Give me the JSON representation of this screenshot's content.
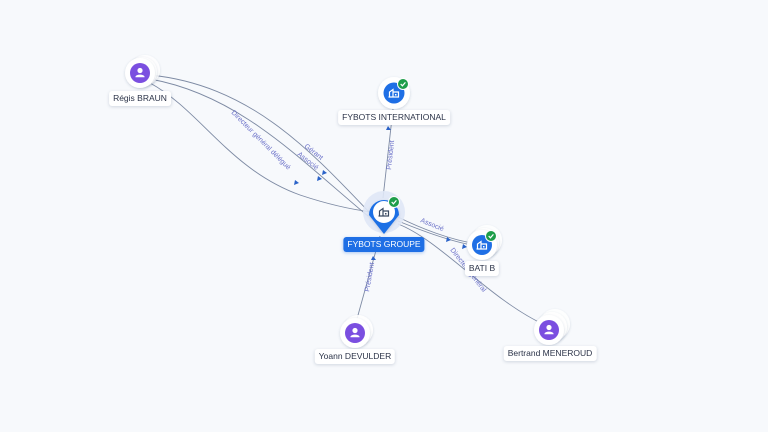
{
  "nodes": {
    "regis_braun": {
      "label": "Régis BRAUN",
      "kind": "person"
    },
    "fybots_international": {
      "label": "FYBOTS INTERNATIONAL",
      "kind": "company",
      "verified": true
    },
    "fybots_groupe": {
      "label": "FYBOTS GROUPE",
      "kind": "company",
      "verified": true,
      "central": true
    },
    "bati_b": {
      "label": "BATI B",
      "kind": "company",
      "verified": true
    },
    "yoann_devulder": {
      "label": "Yoann DEVULDER",
      "kind": "person"
    },
    "bertrand_meneroud": {
      "label": "Bertrand MENEROUD",
      "kind": "person"
    }
  },
  "edges": {
    "regis_gerant": "Gérant",
    "regis_associe": "Associé",
    "regis_dg_delegue": "Directeur général délégué",
    "fybots_intl_president": "Président",
    "bati_b_associe": "Associé",
    "bertrand_dg": "Directeur général",
    "yoann_president": "Président"
  },
  "colors": {
    "person": "#7b4fe0",
    "company": "#1f6fe5",
    "verified": "#1e9e4a",
    "edge": "#7d8aa3",
    "edge_label": "#6a70c8"
  },
  "icons": {
    "person": "user-icon",
    "company": "building-icon",
    "verified": "check-badge-icon"
  }
}
